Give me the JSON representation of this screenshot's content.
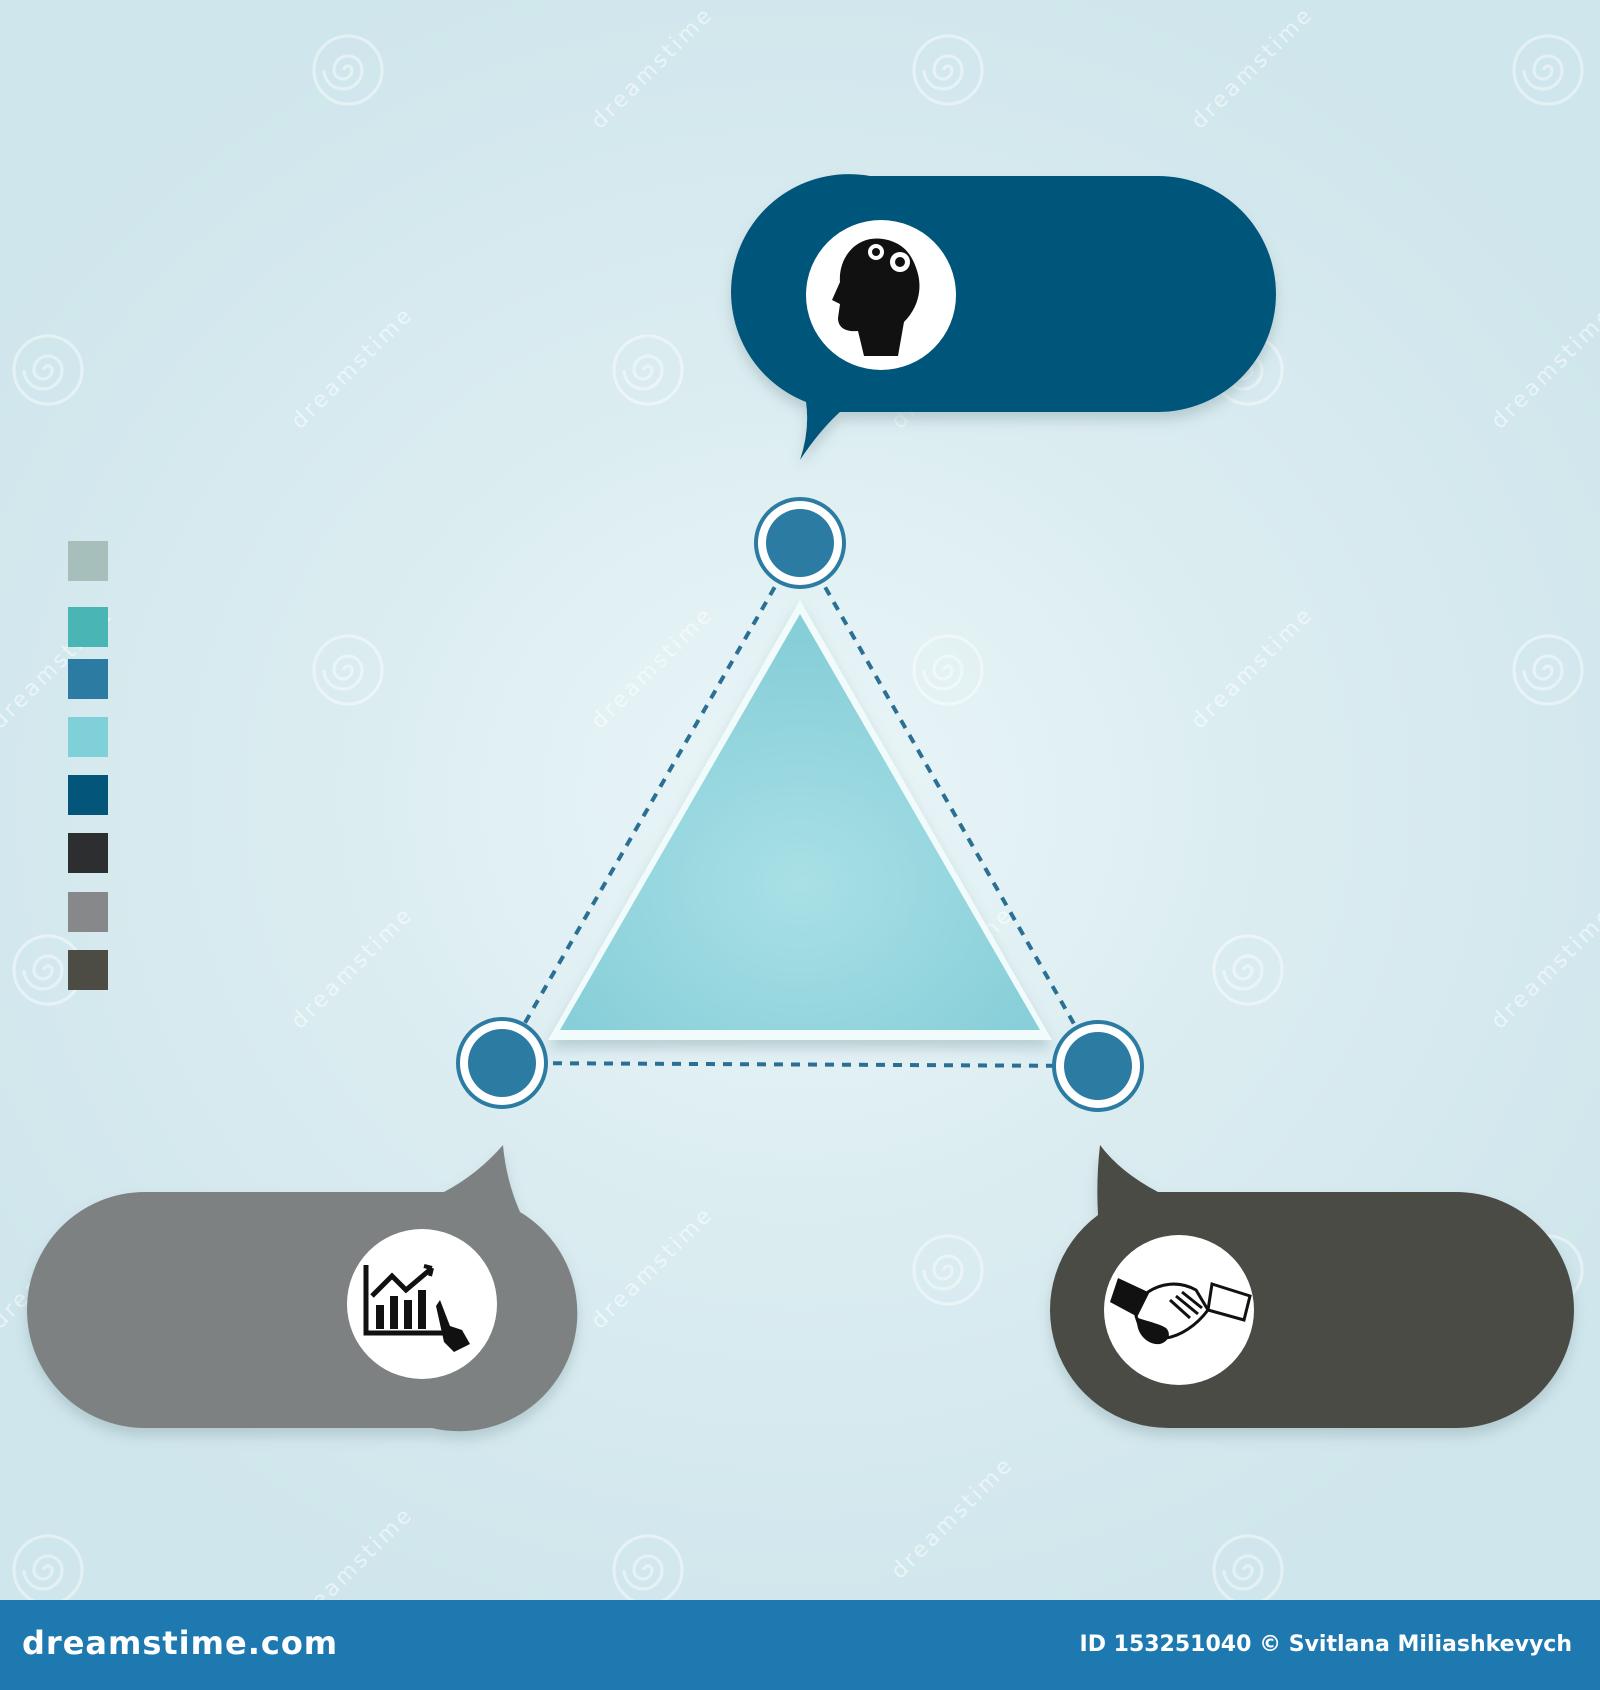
{
  "colors": {
    "bubble_top": "#03557a",
    "bubble_left": "#7e8182",
    "bubble_right": "#4c4b44",
    "triangle_fill": "#8dd3da",
    "node": "#2b7ba3",
    "dash": "#2b6f95",
    "footer": "#1d79b0"
  },
  "palette": [
    "#a6bfbb",
    "#4ab5b5",
    "#2b7ba3",
    "#7fd0d8",
    "#03557a",
    "#2d2e30",
    "#86888a",
    "#4c4b44"
  ],
  "icons": {
    "top": "head-with-gears-icon",
    "left": "growth-chart-hand-icon",
    "right": "handshake-icon",
    "watermark": "dreamstime-spiral-icon"
  },
  "watermark": "dreamstime",
  "footer": {
    "left": "dreamstime.com",
    "right": "ID 153251040 © Svitlana Miliashkevych"
  }
}
